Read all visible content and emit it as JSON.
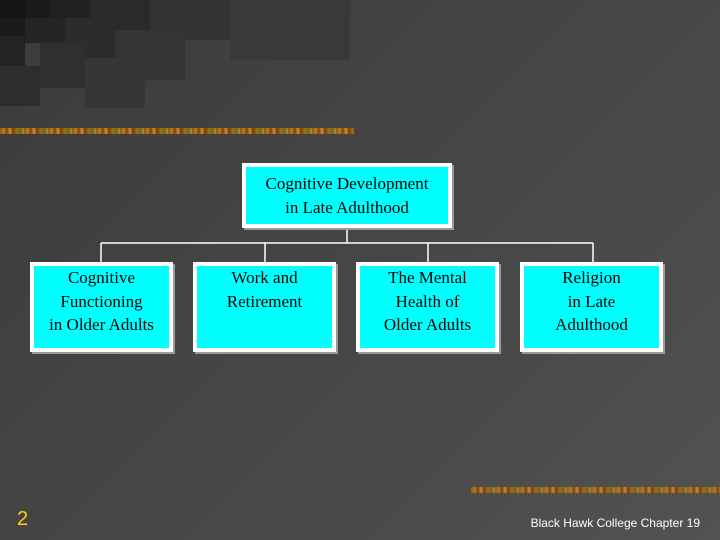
{
  "diagram": {
    "root": {
      "label": "Cognitive Development\nin Late Adulthood"
    },
    "children": [
      {
        "label": "Cognitive\nFunctioning\nin Older Adults"
      },
      {
        "label": "Work and\nRetirement"
      },
      {
        "label": "The Mental\nHealth of\nOlder Adults"
      },
      {
        "label": "Religion\nin Late\nAdulthood"
      }
    ]
  },
  "footer": {
    "page_number": "2",
    "text": "Black Hawk College Chapter 19"
  },
  "colors": {
    "node_fill": "#00ffff",
    "node_border": "#ffffff",
    "page_number": "#ffd200",
    "background": "#444444"
  }
}
